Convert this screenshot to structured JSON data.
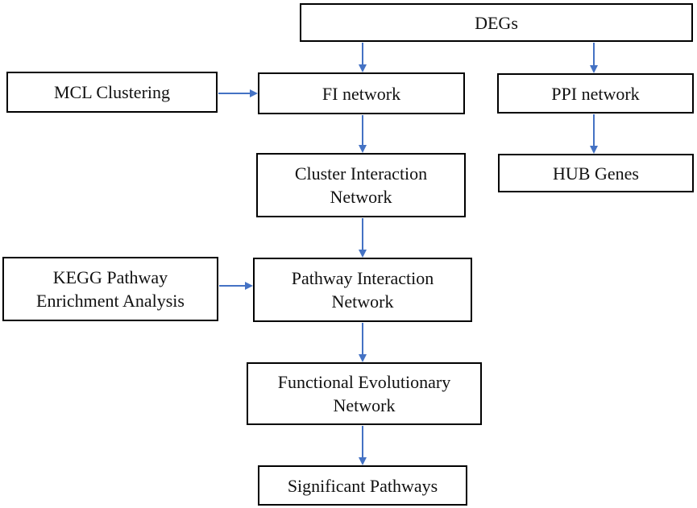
{
  "diagram": {
    "nodes": {
      "degs": "DEGs",
      "mcl": "MCL Clustering",
      "fi": "FI network",
      "ppi": "PPI network",
      "hub": "HUB Genes",
      "cluster": [
        "Cluster Interaction",
        "Network"
      ],
      "kegg": [
        "KEGG Pathway",
        "Enrichment Analysis"
      ],
      "pathway": [
        "Pathway Interaction",
        "Network"
      ],
      "functional": [
        "Functional Evolutionary",
        "Network"
      ],
      "significant": "Significant Pathways"
    },
    "edges": [
      {
        "from": "degs",
        "to": "fi"
      },
      {
        "from": "degs",
        "to": "ppi"
      },
      {
        "from": "mcl",
        "to": "fi"
      },
      {
        "from": "fi",
        "to": "cluster"
      },
      {
        "from": "ppi",
        "to": "hub"
      },
      {
        "from": "cluster",
        "to": "pathway"
      },
      {
        "from": "kegg",
        "to": "pathway"
      },
      {
        "from": "pathway",
        "to": "functional"
      },
      {
        "from": "functional",
        "to": "significant"
      }
    ],
    "colors": {
      "arrow": "#4472c4",
      "border": "#000000",
      "text": "#111111"
    }
  }
}
